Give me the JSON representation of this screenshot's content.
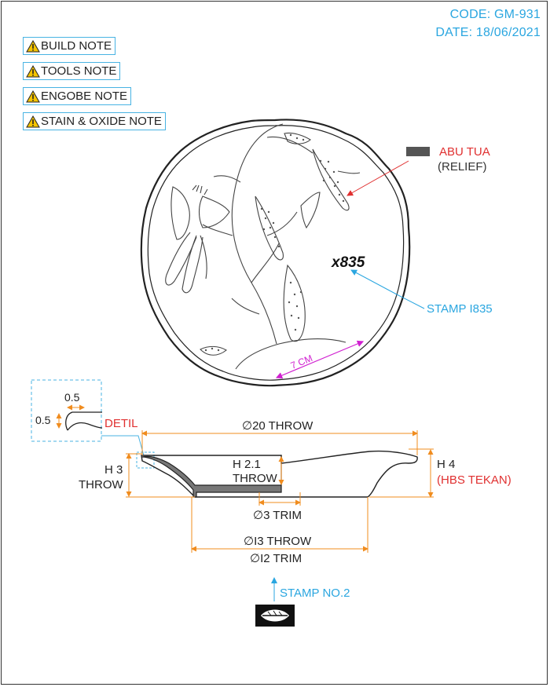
{
  "header": {
    "code": "CODE: GM-931",
    "date": "DATE: 18/06/2021"
  },
  "notes": [
    {
      "label": "BUILD NOTE",
      "icon": "warning-icon"
    },
    {
      "label": "TOOLS NOTE",
      "icon": "warning-icon"
    },
    {
      "label": "ENGOBE NOTE",
      "icon": "warning-icon"
    },
    {
      "label": "STAIN & OXIDE NOTE",
      "icon": "warning-icon"
    }
  ],
  "top_view": {
    "relief_label": "ABU TUA",
    "relief_sub": "(RELIEF)",
    "signature": "x835",
    "stamp_label": "STAMP I835",
    "measure_label": "7 CM"
  },
  "detail": {
    "width": "0.5",
    "height": "0.5",
    "label": "DETIL"
  },
  "section": {
    "dia_throw": "∅20 THROW",
    "h_left": [
      "H 3",
      "THROW"
    ],
    "h_center": [
      "H 2.1",
      "THROW"
    ],
    "h_right": "H 4",
    "h_right_note": "(HBS TEKAN)",
    "trim_inner": "∅3 TRIM",
    "foot_throw": "∅I3 THROW",
    "foot_trim": "∅I2 TRIM"
  },
  "stamp2": {
    "label": "STAMP NO.2",
    "icon": "leaf-stamp-icon"
  },
  "colors": {
    "accent_blue": "#2aa6e0",
    "dimension_orange": "#f08c1e",
    "note_red": "#e03030",
    "measure_magenta": "#d020d0",
    "line": "#333333"
  }
}
